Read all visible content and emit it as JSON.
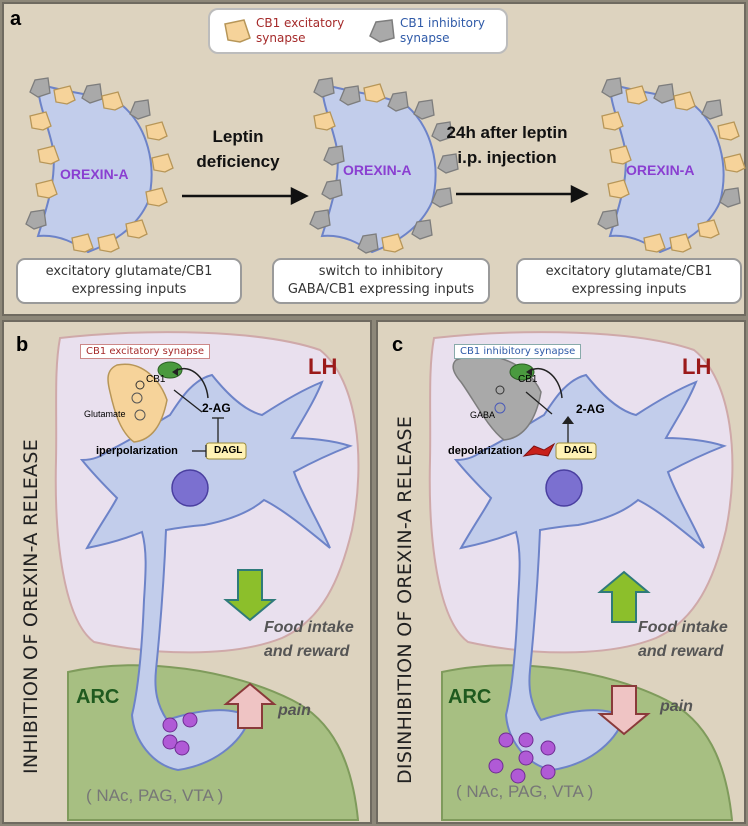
{
  "panel_a": {
    "letter": "a",
    "legend": {
      "excitatory": "CB1 excitatory synapse",
      "excitatory_l1": "CB1 excitatory",
      "excitatory_l2": "synapse",
      "inhibitory": "CB1 inhibitory synapse",
      "inhibitory_l1": "CB1 inhibitory",
      "inhibitory_l2": "synapse"
    },
    "cell_label": "OREXIN-A",
    "arrow1_l1": "Leptin",
    "arrow1_l2": "deficiency",
    "arrow2_l1": "24h after leptin",
    "arrow2_l2": "i.p. injection",
    "captions": [
      {
        "l1": "excitatory glutamate/CB1",
        "l2": "expressing inputs"
      },
      {
        "l1": "switch to inhibitory",
        "l2": "GABA/CB1 expressing inputs"
      },
      {
        "l1": "excitatory glutamate/CB1",
        "l2": "expressing inputs"
      }
    ]
  },
  "panel_b": {
    "letter": "b",
    "vertical_title": "INHIBITION OF OREXIN-A  RELEASE",
    "synapse_box": "CB1 excitatory synapse",
    "lh": "LH",
    "cb1": "CB1",
    "neurotransmitter": "Glutamate",
    "two_ag": "2-AG",
    "potential": "iperpolarization",
    "dagl": "DAGL",
    "food_l1": "Food intake",
    "food_l2": "and reward",
    "pain": "pain",
    "arc": "ARC",
    "targets": "( NAc, PAG, VTA )"
  },
  "panel_c": {
    "letter": "c",
    "vertical_title": "DISINHIBITION OF OREXIN-A  RELEASE",
    "synapse_box": "CB1 inhibitory  synapse",
    "lh": "LH",
    "cb1": "CB1",
    "neurotransmitter": "GABA",
    "two_ag": "2-AG",
    "potential": "depolarization",
    "dagl": "DAGL",
    "food_l1": "Food intake",
    "food_l2": "and reward",
    "pain": "pain",
    "arc": "ARC",
    "targets": "( NAc, PAG, VTA )"
  },
  "colors": {
    "excitatory": "#f6d39a",
    "inhibitory": "#a9a9a9",
    "cell": "#c2cdeb",
    "orexin_text": "#8a3fd1",
    "lh_region": "#e9e0ee",
    "arc_region": "#a7bf82",
    "lh_text": "#9b1a1a",
    "arc_text": "#1f5a1f",
    "green_arrow": "#8cbf2b",
    "pink_arrow": "#efc4c4"
  }
}
